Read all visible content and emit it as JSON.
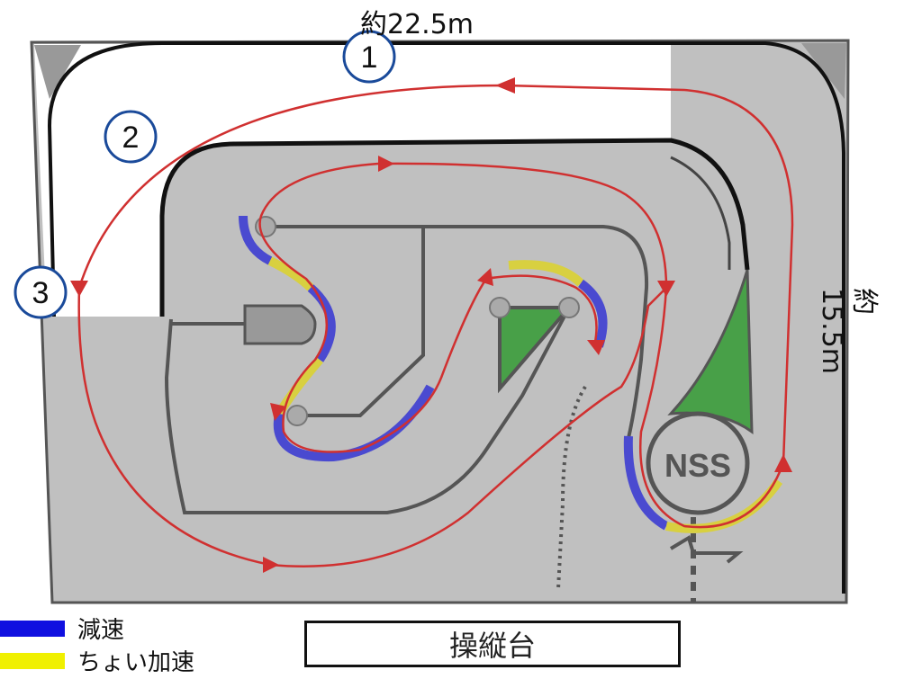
{
  "dimensions": {
    "width_label": "約22.5m",
    "height_label": "約15.5m"
  },
  "markers": [
    {
      "number": "1"
    },
    {
      "number": "2"
    },
    {
      "number": "3"
    }
  ],
  "obstacle_label": "NSS",
  "legend": [
    {
      "label": "減速",
      "color": "#1010e0"
    },
    {
      "label": "ちょい加速",
      "color": "#f0f000"
    }
  ],
  "console_label": "操縦台",
  "colors": {
    "board": "#c0c0c0",
    "track_line": "#555555",
    "path": "#d03030",
    "decel": "#4a4ad0",
    "accel": "#d8d040",
    "green": "#48a048",
    "marker": "#1a4a9a"
  }
}
